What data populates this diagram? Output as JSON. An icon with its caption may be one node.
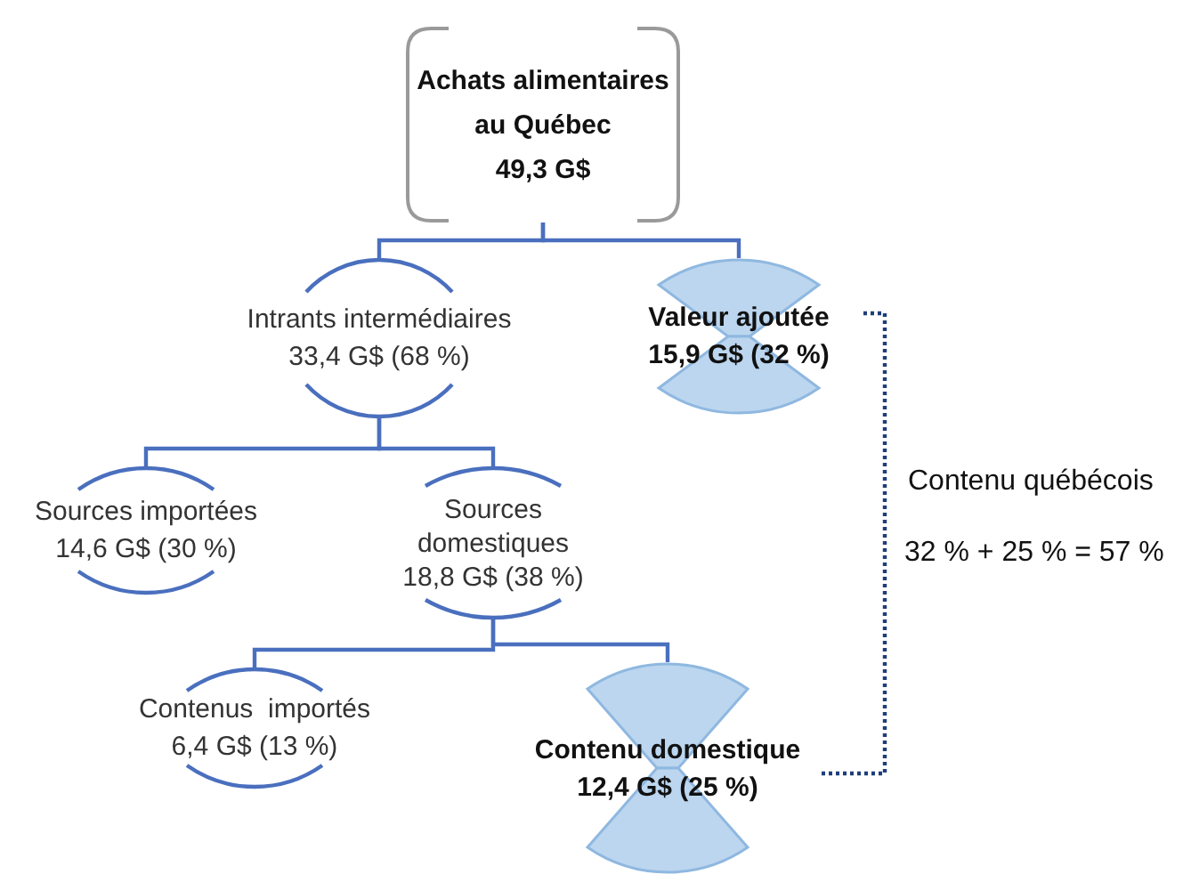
{
  "diagram": {
    "nodes": [
      {
        "text": [
          "Achats alimentaires au Québec",
          "49,3 G$"
        ]
      },
      {
        "text": [
          "Intrants intermédiaires",
          "33,4 G$ (68 %)"
        ]
      },
      {
        "text": [
          "Valeur ajoutée",
          "15,9 G$ (32 %)"
        ]
      },
      {
        "text": [
          "Sources importées",
          "14,6 G$ (30 %)"
        ]
      },
      {
        "text": [
          "Sources domestiques",
          "18,8 G$ (38 %)"
        ]
      },
      {
        "text": [
          "Contenus  importés",
          "6,4 G$ (13 %)"
        ]
      },
      {
        "text": [
          "Contenu domestique",
          "12,4 G$ (25 %)"
        ]
      }
    ],
    "edges": [
      {
        "from": 0,
        "to": 1,
        "arrow": "none"
      },
      {
        "from": 0,
        "to": 2,
        "arrow": "none"
      },
      {
        "from": 1,
        "to": 3,
        "arrow": "none"
      },
      {
        "from": 1,
        "to": 4,
        "arrow": "none"
      },
      {
        "from": 4,
        "to": 5,
        "arrow": "none"
      },
      {
        "from": 4,
        "to": 6,
        "arrow": "none"
      },
      {
        "from": 2,
        "to": 6,
        "arrow": "none",
        "style": "dashed",
        "color": "#1f3d7a"
      }
    ],
    "labels": [
      "Contenu québécois",
      "32 % + 25 % = 57 %"
    ]
  }
}
